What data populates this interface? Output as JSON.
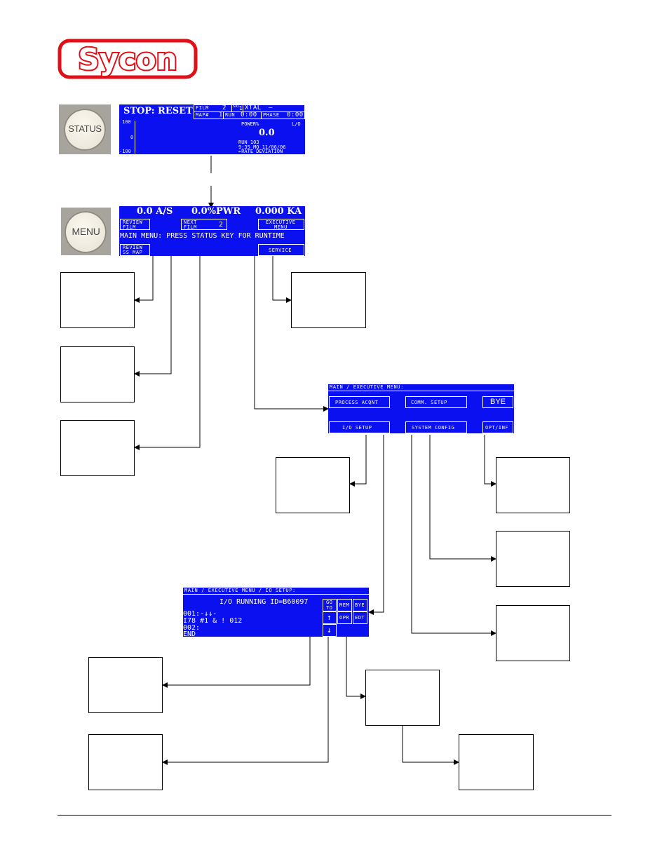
{
  "logo": {
    "text": "Sycon",
    "color": "#e01018"
  },
  "colors": {
    "lcd_background": "#0a10f0",
    "lcd_text": "#ffffff",
    "wire": "#000000"
  },
  "status_button": {
    "label": "STATUS"
  },
  "menu_button": {
    "label": "MENU"
  },
  "status_screen": {
    "title": "STOP: RESET",
    "film_label": "FILM",
    "film_value": "2",
    "src_label": "SRC",
    "src_value": "1",
    "xtal_label": "XTAL",
    "xtal_value": "—",
    "map_label": "MAP#",
    "map_value": "1",
    "run_label": "RUN",
    "run_time": "0:00",
    "phase_label": "PHASE",
    "phase_time": "0:00",
    "axis_top": "100",
    "axis_mid": "0",
    "axis_bottom": "-100",
    "power_label": "POWER%",
    "lo_label": "L/O",
    "power_value": "0.0",
    "run_line": "RUN   103",
    "date_line": "9:35   MO  11/06/06",
    "rate_line": "←RATE DEVIATION"
  },
  "main_menu_screen": {
    "rate": "0.0 A/S",
    "pwr": "0.0%PWR",
    "thickness": "0.000 KA",
    "review_film": [
      "REVIEW",
      "FILM"
    ],
    "next_film": [
      "NEXT",
      "FILM"
    ],
    "next_film_value": "2",
    "executive_menu": [
      "EXECUTIVE",
      "MENU"
    ],
    "hint": "MAIN MENU: PRESS STATUS KEY FOR RUNTIME",
    "review_ss_map": [
      "REVIEW",
      "SS MAP"
    ],
    "service": "SERVICE"
  },
  "executive_screen": {
    "breadcrumb": "MAIN / EXECUTIVE MENU:",
    "process_acqnt": "PROCESS ACQNT",
    "comm_setup": "COMM. SETUP",
    "bye": "BYE",
    "io_setup": "I/O SETUP",
    "system_config": "SYSTEM CONFIG",
    "opt_inf": "OPT/INF"
  },
  "io_screen": {
    "breadcrumb": "MAIN / EXECUTIVE MENU / IO SETUP:",
    "status": "I/O RUNNING ID=B60097",
    "lines": [
      "001:-↓↓-",
      "I78 #1 & ! 012",
      "002:",
      "END"
    ],
    "goto": [
      "GO",
      "TO"
    ],
    "mem": "MEM",
    "bye": "BYE",
    "up": "↑",
    "opr": "OPR",
    "edt": "EDT",
    "down": "↓"
  }
}
